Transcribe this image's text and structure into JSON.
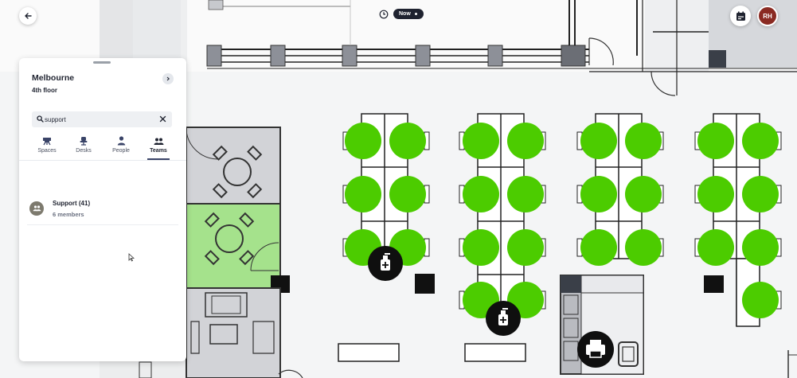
{
  "header": {
    "back_icon": "arrow-left-icon",
    "time_icon": "clock-icon",
    "time_label": "Now",
    "calendar_icon": "calendar-icon",
    "user_initials": "RH",
    "avatar_color": "#8a2a22"
  },
  "panel": {
    "location_title": "Melbourne",
    "floor_label": "4th floor",
    "search": {
      "value": "support",
      "icon": "search-icon",
      "clear_icon": "close-icon"
    },
    "tabs": [
      {
        "label": "Spaces",
        "icon": "spaces-icon",
        "active": false
      },
      {
        "label": "Desks",
        "icon": "desk-chair-icon",
        "active": false
      },
      {
        "label": "People",
        "icon": "person-icon",
        "active": false
      },
      {
        "label": "Teams",
        "icon": "team-icon",
        "active": true
      }
    ],
    "results": [
      {
        "name": "Support (41)",
        "members": "6 members",
        "icon": "team-icon"
      }
    ]
  },
  "colors": {
    "available_desk": "#4ccc00",
    "selected_room": "#a5e28c",
    "pill_dark": "#1f2330",
    "panel_bg": "#ffffff",
    "map_bg": "#f4f5f6"
  }
}
